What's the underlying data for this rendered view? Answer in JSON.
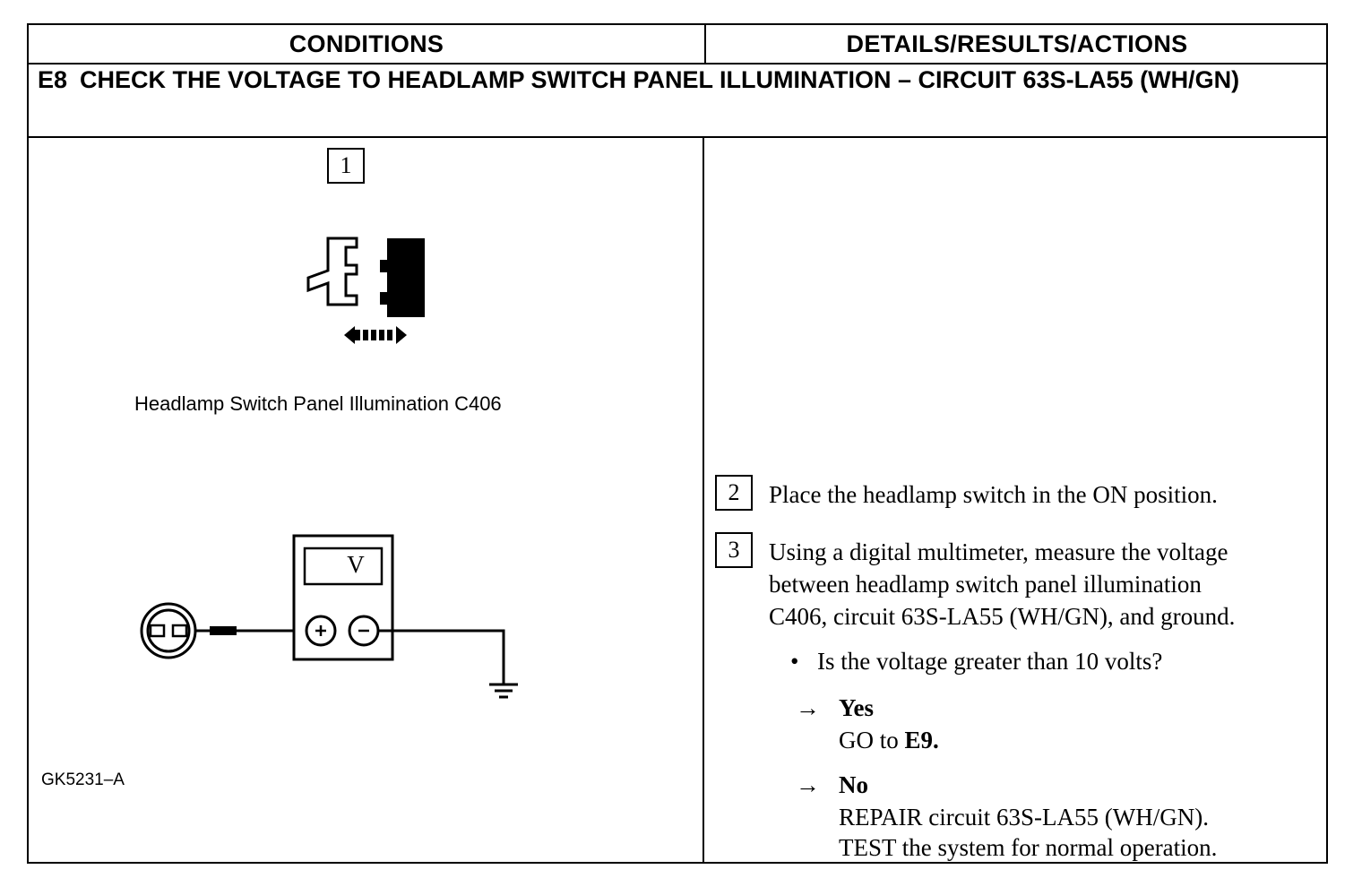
{
  "header": {
    "conditions": "CONDITIONS",
    "details": "DETAILS/RESULTS/ACTIONS"
  },
  "test": {
    "code": "E8",
    "title": "CHECK THE VOLTAGE TO HEADLAMP SWITCH PANEL ILLUMINATION – CIRCUIT 63S-LA55 (WH/GN)"
  },
  "conditions": {
    "step1_number": "1",
    "connector_caption": "Headlamp Switch Panel Illumination C406",
    "meter_label": "V",
    "figure_code": "GK5231–A",
    "icons": [
      "connector-disconnect-icon",
      "multimeter-icon",
      "ground-symbol-icon"
    ]
  },
  "details": {
    "step2": {
      "number": "2",
      "text": "Place the headlamp switch in the ON position."
    },
    "step3": {
      "number": "3",
      "lines": [
        "Using a digital multimeter, measure the voltage",
        "between headlamp switch panel illumination",
        "C406, circuit 63S-LA55 (WH/GN), and ground."
      ]
    },
    "question": "Is the voltage greater than 10 volts?",
    "yes": {
      "label": "Yes",
      "action_prefix": "GO to ",
      "action_target": "E9."
    },
    "no": {
      "label": "No",
      "line1": "REPAIR circuit 63S-LA55 (WH/GN).",
      "line2": "TEST the system for normal operation."
    }
  }
}
